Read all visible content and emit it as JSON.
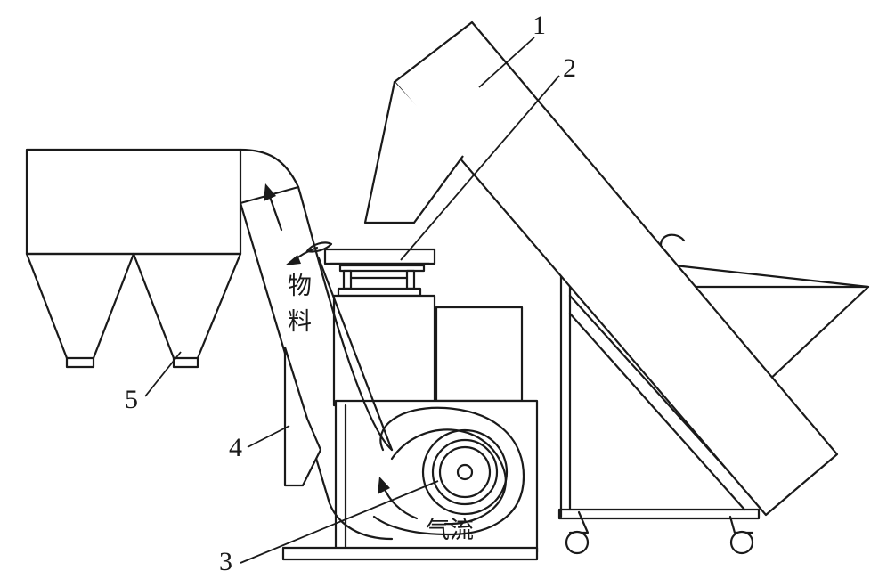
{
  "labels": {
    "hopper": "1",
    "feed_platform": "2",
    "fan": "3",
    "duct": "4",
    "cyclone": "5"
  },
  "annotations": {
    "material_char1": "物",
    "material_char2": "料",
    "airflow": "气流"
  }
}
